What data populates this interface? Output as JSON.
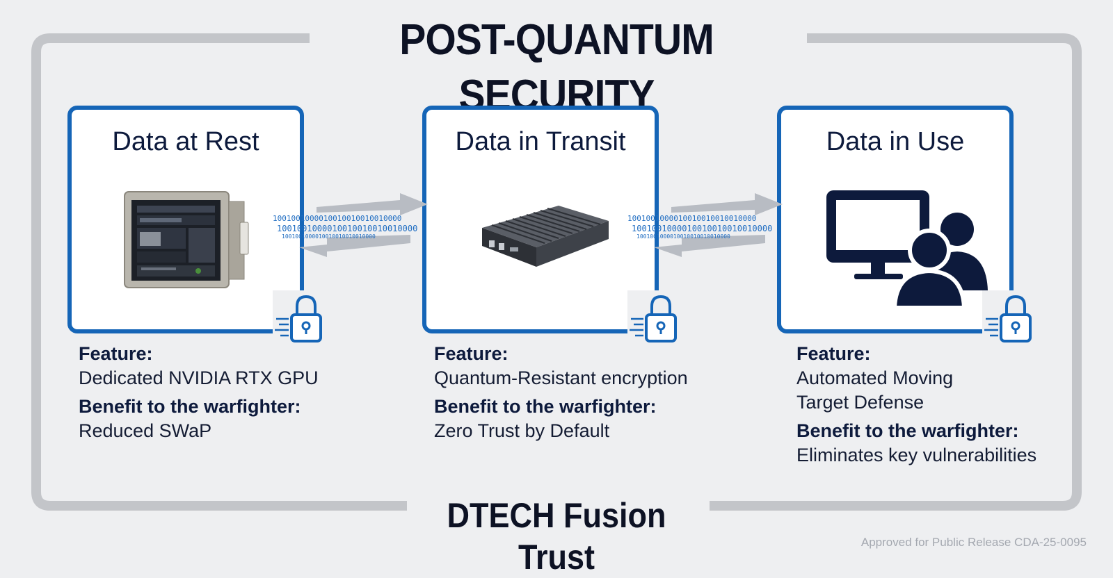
{
  "title": "POST-QUANTUM SECURITY",
  "subtitle": "DTECH Fusion Trust",
  "footer_note": "Approved for Public Release CDA-25-0095",
  "binary_stream": "1001001000010010010010010000",
  "colors": {
    "accent_blue": "#1565b7",
    "frame_gray": "#c3c5c9",
    "navy": "#0d1a3c",
    "background": "#eeeff1"
  },
  "cards": [
    {
      "title": "Data at Rest",
      "image_icon": "rugged-server-case-icon",
      "feature_label": "Feature:",
      "feature_lines": [
        "Dedicated NVIDIA RTX GPU"
      ],
      "benefit_label": "Benefit to the warfighter:",
      "benefit": "Reduced SWaP"
    },
    {
      "title": "Data in Transit",
      "image_icon": "edge-computer-device-icon",
      "feature_label": "Feature:",
      "feature_lines": [
        "Quantum-Resistant encryption"
      ],
      "benefit_label": "Benefit to the warfighter:",
      "benefit": "Zero Trust by Default"
    },
    {
      "title": "Data in Use",
      "image_icon": "monitor-with-users-icon",
      "feature_label": "Feature:",
      "feature_lines": [
        "Automated Moving",
        "Target Defense"
      ],
      "benefit_label": "Benefit to the warfighter:",
      "benefit": "Eliminates key vulnerabilities"
    }
  ]
}
